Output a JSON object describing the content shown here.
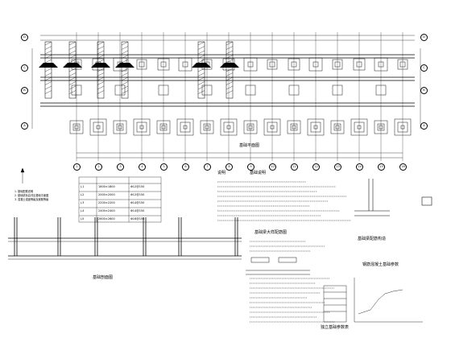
{
  "drawing": {
    "main_plan_title": "基础平面图",
    "notes_heading": "说明",
    "notes_title": "基础说明",
    "elevation_title": "基础剖面图",
    "section_detail_title": "基础梁大样配筋图",
    "subdetail_title": "基础梁配筋构造",
    "table_title": "独立基础参数表",
    "chart_title": "钢筋混凝土基础参数",
    "column_axes": [
      "1",
      "2",
      "3",
      "4",
      "5",
      "6",
      "7",
      "8",
      "9",
      "10",
      "11",
      "12",
      "13",
      "14",
      "15",
      "16"
    ],
    "row_axes": [
      "A",
      "B",
      "C",
      "D"
    ],
    "left_legend_lines": [
      "1. 基础配筋说明",
      "2. 基础底标高详见基础平面图",
      "3. 混凝土强度等级及钢筋等级"
    ],
    "small_table_rows": [
      [
        "J-1",
        "1800×1800",
        "Φ12@150"
      ],
      [
        "J-2",
        "2000×2000",
        "Φ12@150"
      ],
      [
        "J-3",
        "2200×2200",
        "Φ14@150"
      ],
      [
        "J-4",
        "2400×2400",
        "Φ14@150"
      ],
      [
        "J-5",
        "2600×2600",
        "Φ16@150"
      ]
    ]
  }
}
